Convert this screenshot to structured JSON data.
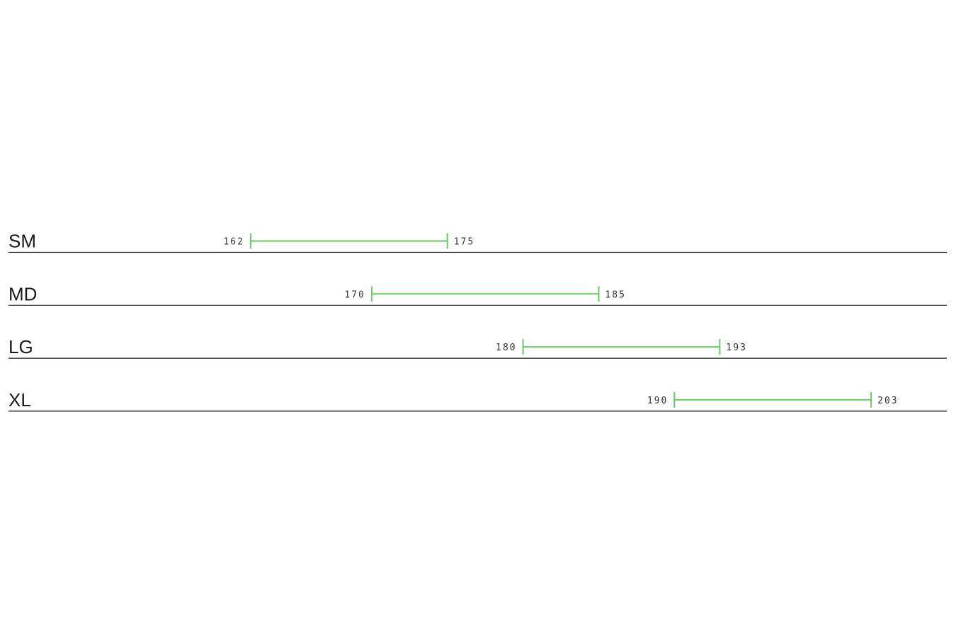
{
  "chart_data": {
    "type": "range",
    "accent_color": "#66cc5e",
    "text_color": "#1a1a1a",
    "xlim": [
      146,
      208
    ],
    "grid": false,
    "categories": [
      "SM",
      "MD",
      "LG",
      "XL"
    ],
    "ranges": [
      {
        "label": "SM",
        "min": 162,
        "max": 175
      },
      {
        "label": "MD",
        "min": 170,
        "max": 185
      },
      {
        "label": "LG",
        "min": 180,
        "max": 193
      },
      {
        "label": "XL",
        "min": 190,
        "max": 203
      }
    ]
  }
}
